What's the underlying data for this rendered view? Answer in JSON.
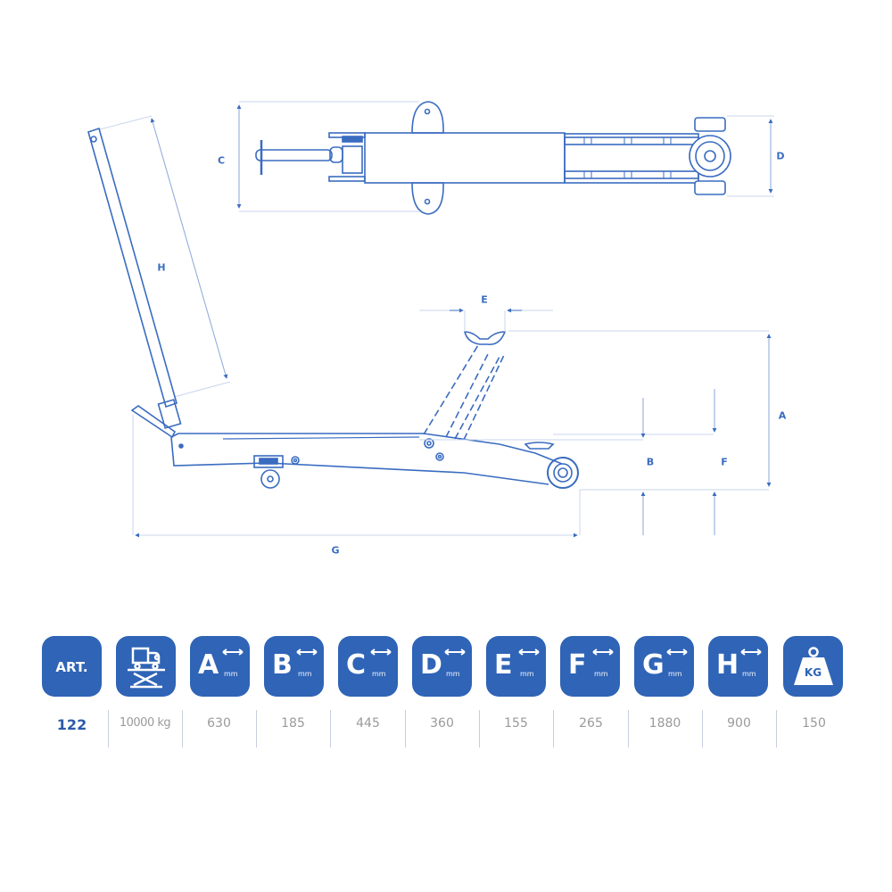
{
  "drawing": {
    "title": "Long chassis hydraulic trolley jack dimensional drawing",
    "line_color": "#3a6cc0",
    "dim_line_color": "#c9d6ee",
    "dimension_labels": {
      "A": "A",
      "B": "B",
      "C": "C",
      "D": "D",
      "E": "E",
      "F": "F",
      "G": "G",
      "H": "H"
    },
    "views": [
      "top-view",
      "side-view"
    ]
  },
  "specs": {
    "tile_color": "#2f64b6",
    "unit_label": "mm",
    "columns": [
      {
        "key": "art",
        "icon": "art-label",
        "label": "ART.",
        "value": "122"
      },
      {
        "key": "capacity",
        "icon": "lift-capacity-icon",
        "label": "",
        "value": "10000 kg"
      },
      {
        "key": "A",
        "icon": "dimension-a-icon",
        "label": "A",
        "value": "630"
      },
      {
        "key": "B",
        "icon": "dimension-b-icon",
        "label": "B",
        "value": "185"
      },
      {
        "key": "C",
        "icon": "dimension-c-icon",
        "label": "C",
        "value": "445"
      },
      {
        "key": "D",
        "icon": "dimension-d-icon",
        "label": "D",
        "value": "360"
      },
      {
        "key": "E",
        "icon": "dimension-e-icon",
        "label": "E",
        "value": "155"
      },
      {
        "key": "F",
        "icon": "dimension-f-icon",
        "label": "F",
        "value": "265"
      },
      {
        "key": "G",
        "icon": "dimension-g-icon",
        "label": "G",
        "value": "1880"
      },
      {
        "key": "H",
        "icon": "dimension-h-icon",
        "label": "H",
        "value": "900"
      },
      {
        "key": "weight",
        "icon": "weight-icon",
        "label": "KG",
        "value": "150"
      }
    ]
  }
}
